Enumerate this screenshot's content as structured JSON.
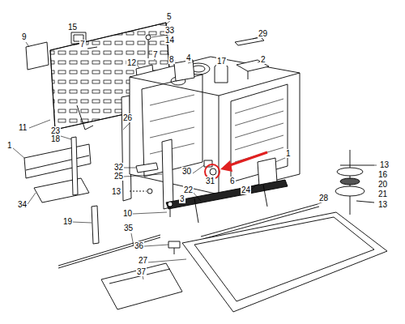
{
  "diagram": {
    "labels": [
      "15",
      "5",
      "7",
      "33",
      "14",
      "9",
      "12",
      "7",
      "8",
      "29",
      "2",
      "4",
      "17",
      "11",
      "23",
      "18",
      "26",
      "1",
      "1",
      "32",
      "25",
      "30",
      "13",
      "31",
      "6",
      "22",
      "24",
      "3",
      "13",
      "16",
      "20",
      "21",
      "13",
      "28",
      "34",
      "19",
      "10",
      "35",
      "36",
      "27",
      "37"
    ]
  }
}
